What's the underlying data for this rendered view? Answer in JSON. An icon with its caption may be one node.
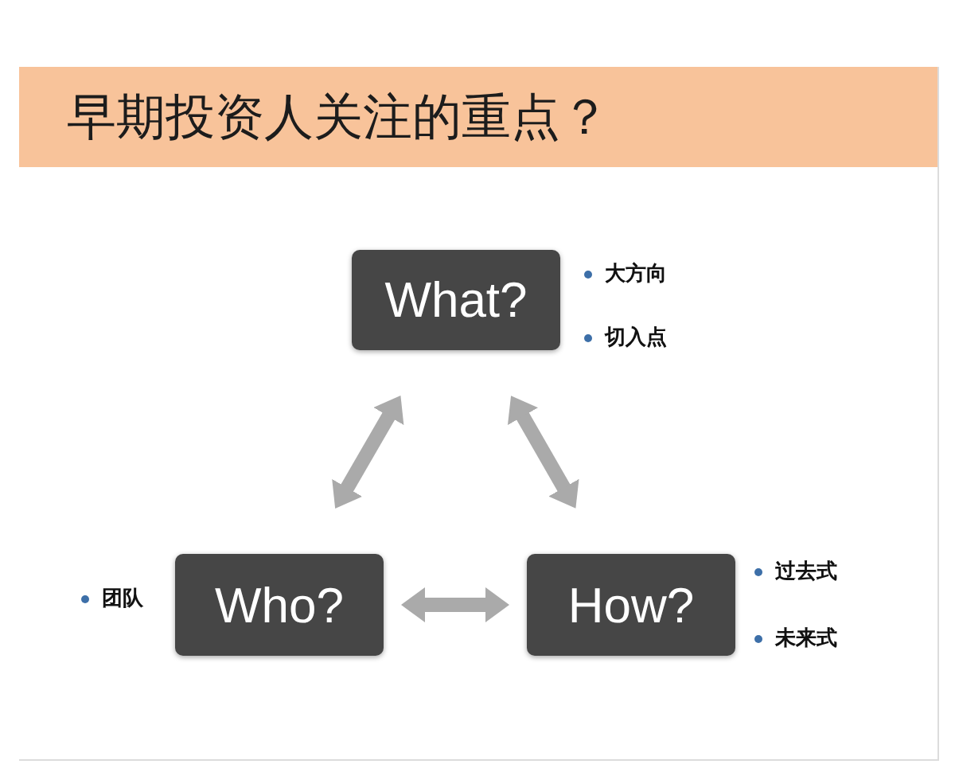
{
  "diagram": {
    "title": "早期投资人关注的重点？",
    "nodes": [
      {
        "text": [
          "What?"
        ],
        "beside": [
          "大方向",
          "切入点"
        ]
      },
      {
        "text": [
          "Who?"
        ],
        "beside": [
          "团队"
        ]
      },
      {
        "text": [
          "How?"
        ],
        "beside": [
          "过去式",
          "未来式"
        ]
      }
    ],
    "edges": [
      {
        "from": 1,
        "to": 0,
        "arrow": "both"
      },
      {
        "from": 0,
        "to": 2,
        "arrow": "both"
      },
      {
        "from": 1,
        "to": 2,
        "arrow": "both"
      }
    ]
  }
}
